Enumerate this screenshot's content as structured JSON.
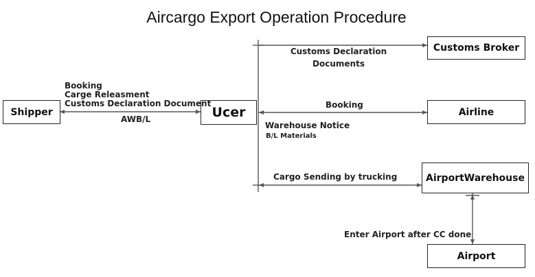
{
  "title": "Aircargo Export Operation Procedure",
  "nodes": {
    "shipper": "Shipper",
    "ucer": "Ucer",
    "customs_broker": "Customs Broker",
    "airline": "Airline",
    "airport_warehouse": "AirportWarehouse",
    "airport": "Airport"
  },
  "edges": {
    "shipper_ucer": {
      "above": [
        "Booking",
        "Carge Releasment",
        "Customs Declaration Document"
      ],
      "below": "AWB/L"
    },
    "customs_broker": [
      "Customs Declaration",
      "Documents"
    ],
    "airline": {
      "above": "Booking",
      "below": "Warehouse Notice",
      "below_small": "B/L Materials"
    },
    "warehouse": "Cargo Sending by trucking",
    "airport": "Enter Airport after CC done"
  },
  "colors": {
    "line": "#555555",
    "border": "#222222",
    "text": "#111111"
  }
}
